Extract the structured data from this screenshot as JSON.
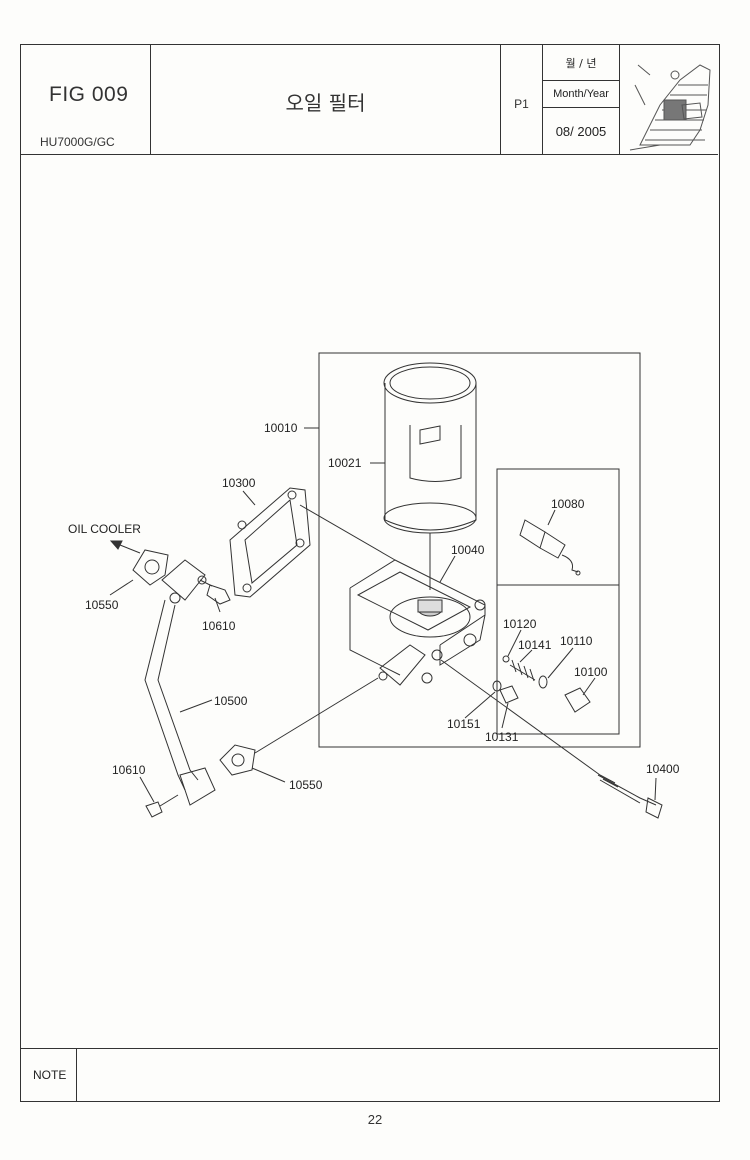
{
  "header": {
    "fig_label": "FIG 009",
    "model": "HU7000G/GC",
    "title": "오일 필터",
    "page_code": "P1",
    "month_year_ko": "월 / 년",
    "month_year_en": "Month/Year",
    "date": "08/ 2005"
  },
  "diagram": {
    "oil_cooler": "OIL COOLER",
    "parts": {
      "p10010": "10010",
      "p10021": "10021",
      "p10300": "10300",
      "p10080": "10080",
      "p10040": "10040",
      "p10550a": "10550",
      "p10610a": "10610",
      "p10120": "10120",
      "p10141": "10141",
      "p10110": "10110",
      "p10100": "10100",
      "p10500": "10500",
      "p10151": "10151",
      "p10131": "10131",
      "p10610b": "10610",
      "p10400": "10400",
      "p10550b": "10550"
    }
  },
  "footer": {
    "note_label": "NOTE"
  },
  "page_number": "22"
}
